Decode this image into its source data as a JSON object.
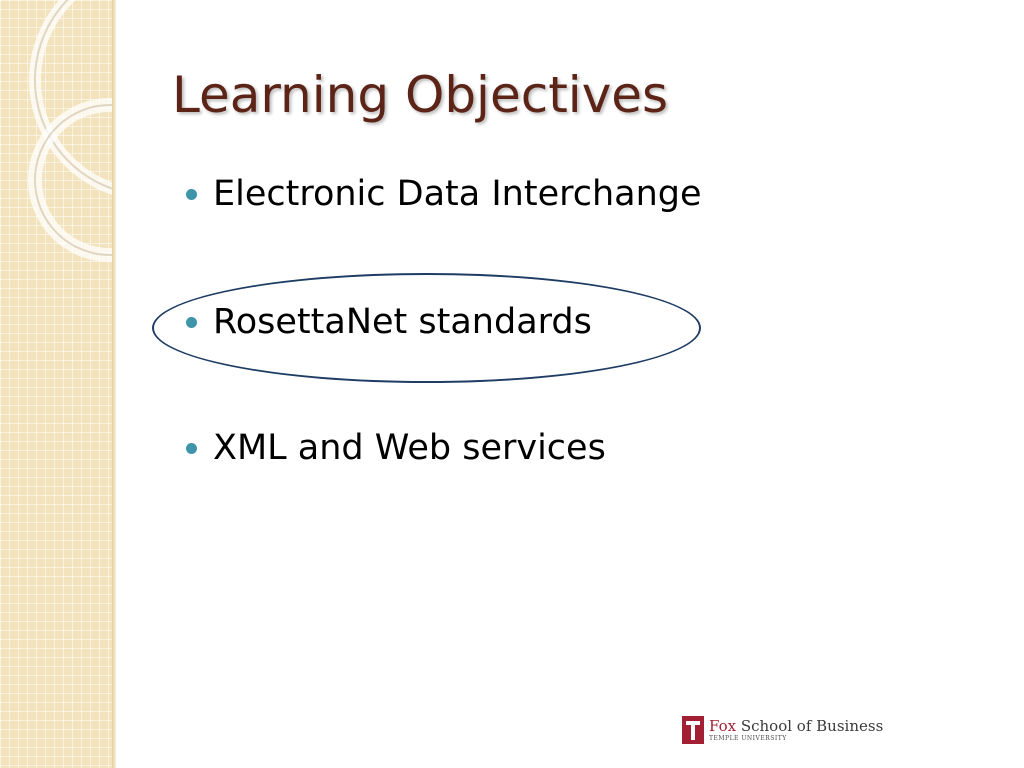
{
  "slide": {
    "title": "Learning Objectives",
    "bullets": [
      {
        "text": "Electronic Data Interchange",
        "highlighted": false
      },
      {
        "text": "RosettaNet standards",
        "highlighted": true
      },
      {
        "text": "XML and Web services",
        "highlighted": false
      }
    ]
  },
  "logo": {
    "mark": "temple-t-icon",
    "name_first": "Fox",
    "name_rest": " School of Business",
    "subtitle": "TEMPLE UNIVERSITY"
  },
  "colors": {
    "title": "#5c2317",
    "bullet_dot": "#3e95aa",
    "highlight_ellipse": "#1e3c64",
    "sidebar": "#f2e3bd",
    "logo_red": "#a31f34"
  }
}
